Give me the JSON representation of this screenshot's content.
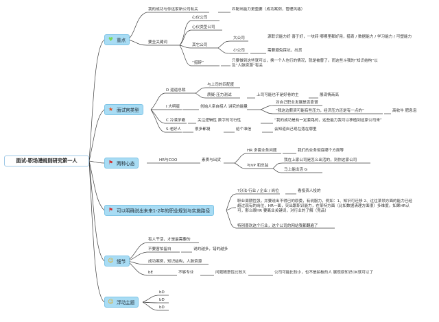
{
  "root": {
    "title": "面试-职场潜规则研究第一人"
  },
  "categories": [
    {
      "label": "重点",
      "icon": "heart-icon"
    },
    {
      "label": "面试官类型",
      "icon": "star-icon"
    },
    {
      "label": "两种心态",
      "icon": "flag-icon"
    },
    {
      "label": "可以明确说出未来1-2年的职业规划与实施路径",
      "icon": "flag-icon"
    },
    {
      "label": "细节",
      "icon": "smiley-icon"
    },
    {
      "label": "浮动主题",
      "icon": "smiley-icon"
    }
  ],
  "zhongdian": {
    "n1": "我的成功与你这家新公司有关",
    "n1a": "匹配出能力更重要（成功案例，管理风格）",
    "kw": "要全关键词",
    "xinyi": "心仪公司",
    "xinyileixing": "心仪类型公司",
    "qita": "其它公司",
    "da": "大公司",
    "da_desc": "源职识能力好 喜于好，一块砖 哪哪里都好用，猎奇 / 数据能力 / 学习能力 / 可塑能力",
    "xiao": "小公司",
    "xiao_desc": "需要避免踩坑，出货",
    "jiekou": "“措辞”",
    "jiekou_desc": "只要做到这些就可以，换一个人也行的情况，就是被替了。而这些斗我的“知识结构”以及“人脉资源”有关"
  },
  "guan": {
    "d": "D 逼逼总裁",
    "d1": "与上司的匹配度",
    "d2": "质疑-压力测试",
    "d2a": "上司可能也不是好卷的主",
    "d2b": "展现情商高",
    "i": "I 大明星",
    "i1": "创始人亲自招人 讲究的能量",
    "i2": "对自己职业发展是否靠谱",
    "i3": "“我这边薪资可能有些压力，经济压力还是有一点的”",
    "i3a": "高收牛 肥息泡",
    "c": "C 冷漠学霸",
    "c1": "关注逻辑性 数字的可行性",
    "c2": "“我的成功是有一定套路的，这些能力我可以移植到这家公司来”",
    "s": "S 老好人",
    "s1": "很多都凝",
    "s2": "给个准信",
    "s3": "会知道自己现在落在哪里"
  },
  "xintai": {
    "hr": "HR与COO",
    "suzhi": "素质与出货",
    "hr_ask": "HR 多套业务问题",
    "hr_ans": "我们的业务彻底哪个方面等",
    "vp": "与VP 和总监",
    "vp1": "我在上家公司是怎么出活的，到你这家公司",
    "vp2": "马上能出活 G"
  },
  "guihua": {
    "l1": "?分法-行业 / 企业 / 岗位",
    "l1a": "看投资人投的",
    "para": "职业周期性强，并要说出不得已的原委，有说服力，例如：1、知识可迁移 2、过往某领方面的能力已经超过现有的岗位，HR一面，突出跟职识能力，在某特方面（比如数据清理方面很）多维度。如果HR认可，那么眼HR 要离业关键词，对行业的了解（竞品）",
    "l3": "特别喜欢这个行业，这个公司的网站我都翻遍了"
  },
  "xijie": {
    "a": "有人干活，才是最需要的",
    "b": "不要害怕留白",
    "b1": "说的越多，错的越多",
    "c": "成功案例，知识结构，人脉资源",
    "d": "bE",
    "d1": "不够专业",
    "d2": "问题随意性比较大",
    "d3": "公司可能比较小，也不是拍板的人 展现原知识OK就可以了"
  },
  "fudong": {
    "items": [
      "bD",
      "bD",
      "bD"
    ]
  },
  "colors": {
    "accent": "#a8dcf4",
    "wire": "#3c3c3c"
  }
}
